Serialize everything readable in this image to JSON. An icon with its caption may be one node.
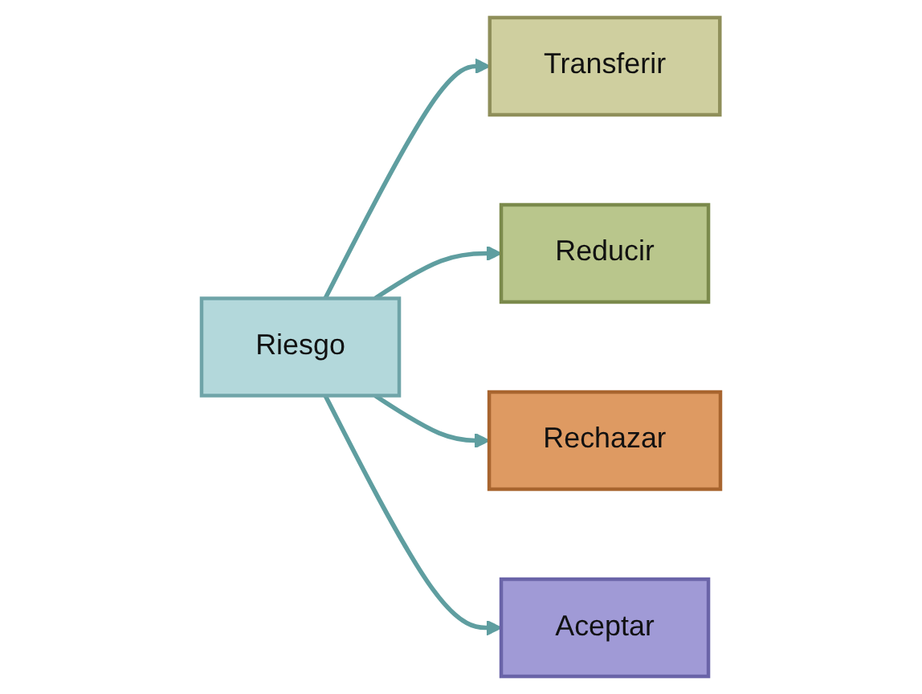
{
  "diagram": {
    "nodes": [
      {
        "text": [
          "Transferir"
        ]
      },
      {
        "text": [
          "Reducir"
        ]
      },
      {
        "text": [
          "Riesgo"
        ]
      },
      {
        "text": [
          "Rechazar"
        ]
      },
      {
        "text": [
          "Aceptar"
        ]
      }
    ],
    "edges": [
      {
        "from": 2,
        "to": 0,
        "arrow": "to"
      },
      {
        "from": 2,
        "to": 1,
        "arrow": "to"
      },
      {
        "from": 2,
        "to": 3,
        "arrow": "to"
      },
      {
        "from": 2,
        "to": 4,
        "arrow": "to"
      }
    ]
  }
}
